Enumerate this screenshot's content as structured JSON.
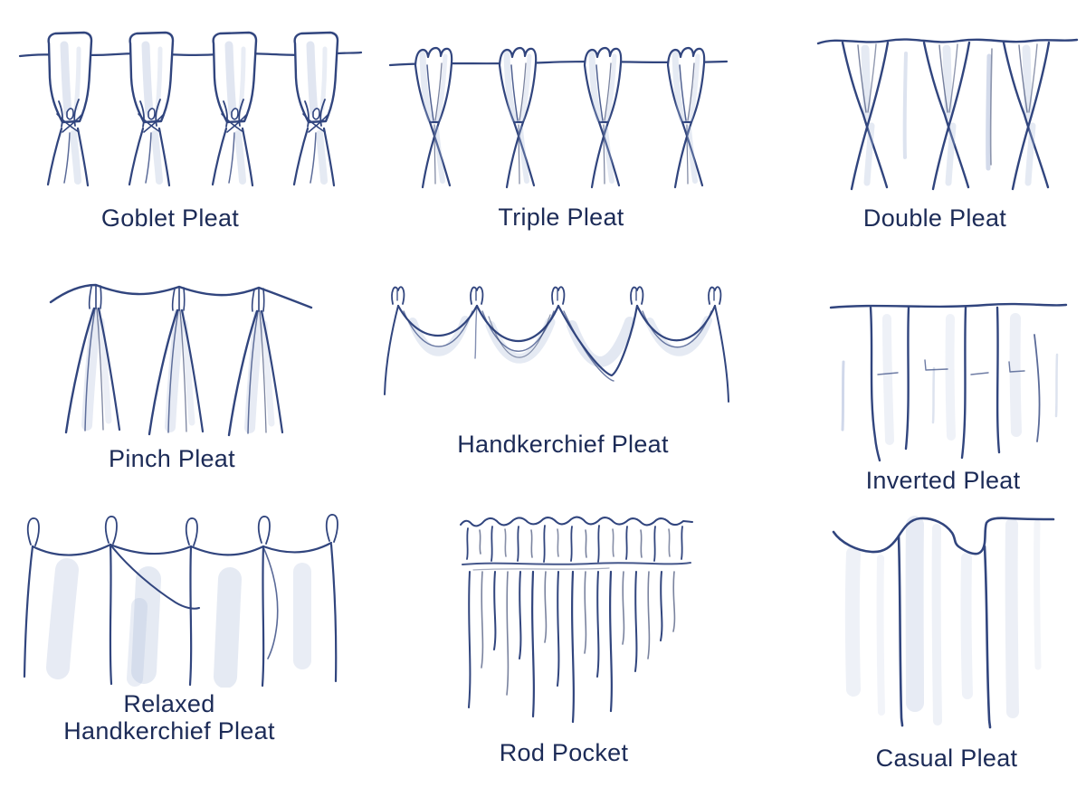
{
  "figure": {
    "type": "illustrated-diagram",
    "subject": "Curtain pleat and heading styles",
    "grid": "3x3"
  },
  "colors": {
    "background": "#ffffff",
    "ink": "#31457e",
    "ink_dark": "#22315f",
    "pencil": "#a9b8d8",
    "label_text": "#1c2b57"
  },
  "items": [
    {
      "id": "goblet-pleat",
      "label": "Goblet Pleat"
    },
    {
      "id": "triple-pleat",
      "label": "Triple Pleat"
    },
    {
      "id": "double-pleat",
      "label": "Double Pleat"
    },
    {
      "id": "pinch-pleat",
      "label": "Pinch Pleat"
    },
    {
      "id": "handkerchief-pleat",
      "label": "Handkerchief Pleat"
    },
    {
      "id": "inverted-pleat",
      "label": "Inverted Pleat"
    },
    {
      "id": "relaxed-handkerchief-pleat",
      "label": "Relaxed",
      "label2": "Handkerchief Pleat"
    },
    {
      "id": "rod-pocket",
      "label": "Rod Pocket"
    },
    {
      "id": "casual-pleat",
      "label": "Casual Pleat"
    }
  ]
}
